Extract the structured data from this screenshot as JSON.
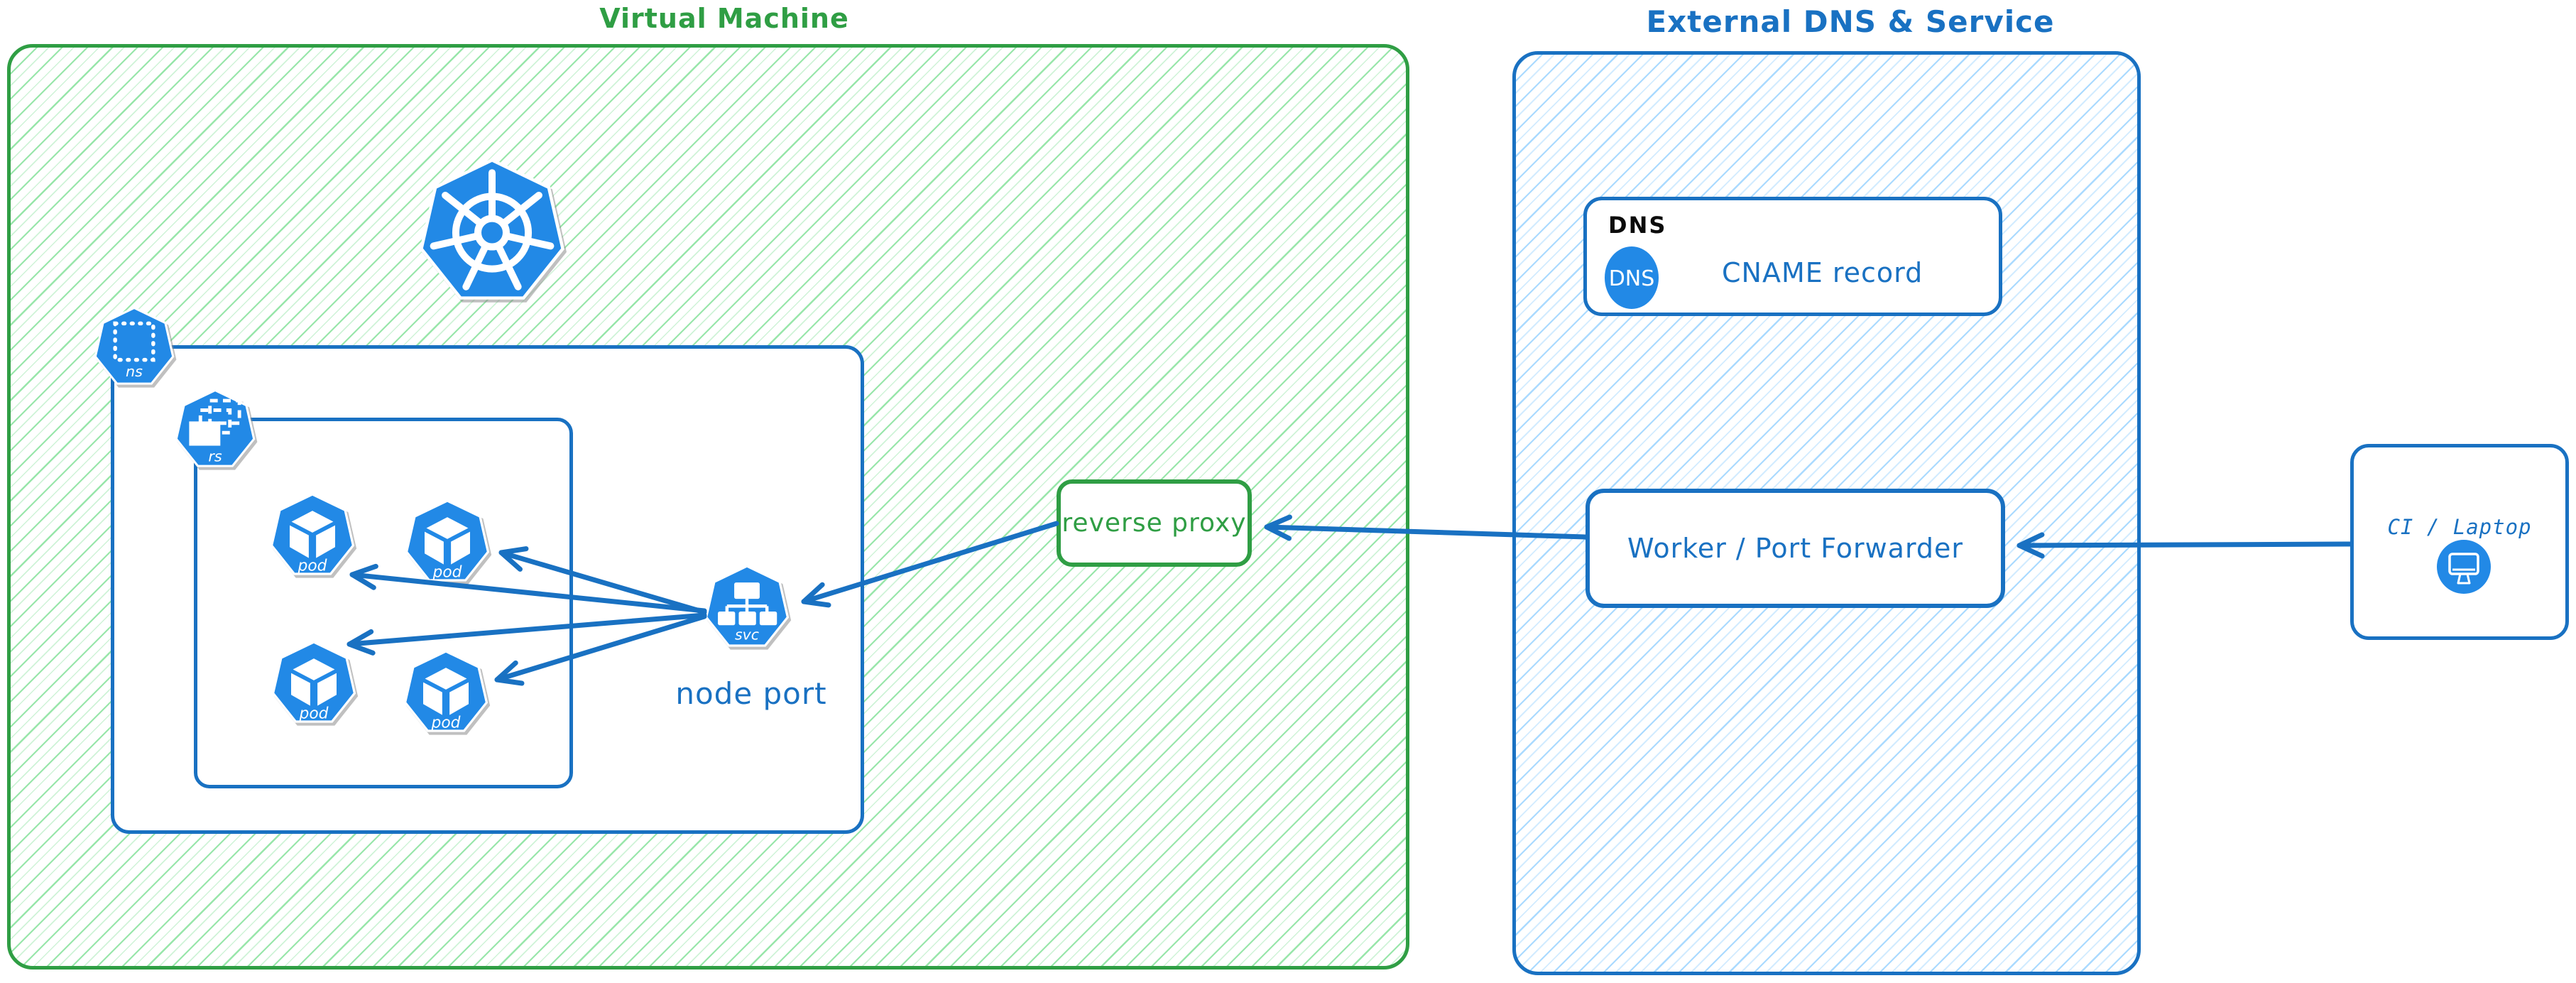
{
  "vm": {
    "title": "Virtual Machine"
  },
  "cluster": {
    "ns_badge": "ns",
    "rs_badge": "rs",
    "pods": [
      {
        "label": "pod"
      },
      {
        "label": "pod"
      },
      {
        "label": "pod"
      },
      {
        "label": "pod"
      }
    ],
    "svc_badge": "svc",
    "svc_label": "node port"
  },
  "reverse_proxy": {
    "label": "reverse proxy"
  },
  "external": {
    "title": "External DNS & Service",
    "dns_box": {
      "tag": "DNS",
      "circle_text": "DNS",
      "label": "CNAME record"
    },
    "worker": {
      "label": "Worker / Port Forwarder"
    }
  },
  "ci": {
    "label": "CI / Laptop"
  },
  "colors": {
    "green_stroke": "#2f9e44",
    "blue_stroke": "#1971c2",
    "blue_fill": "#2289e6",
    "hatch_green": "#86e19b",
    "hatch_blue": "#a5d8ff",
    "dns_tag_black": "#0b0b0b"
  }
}
